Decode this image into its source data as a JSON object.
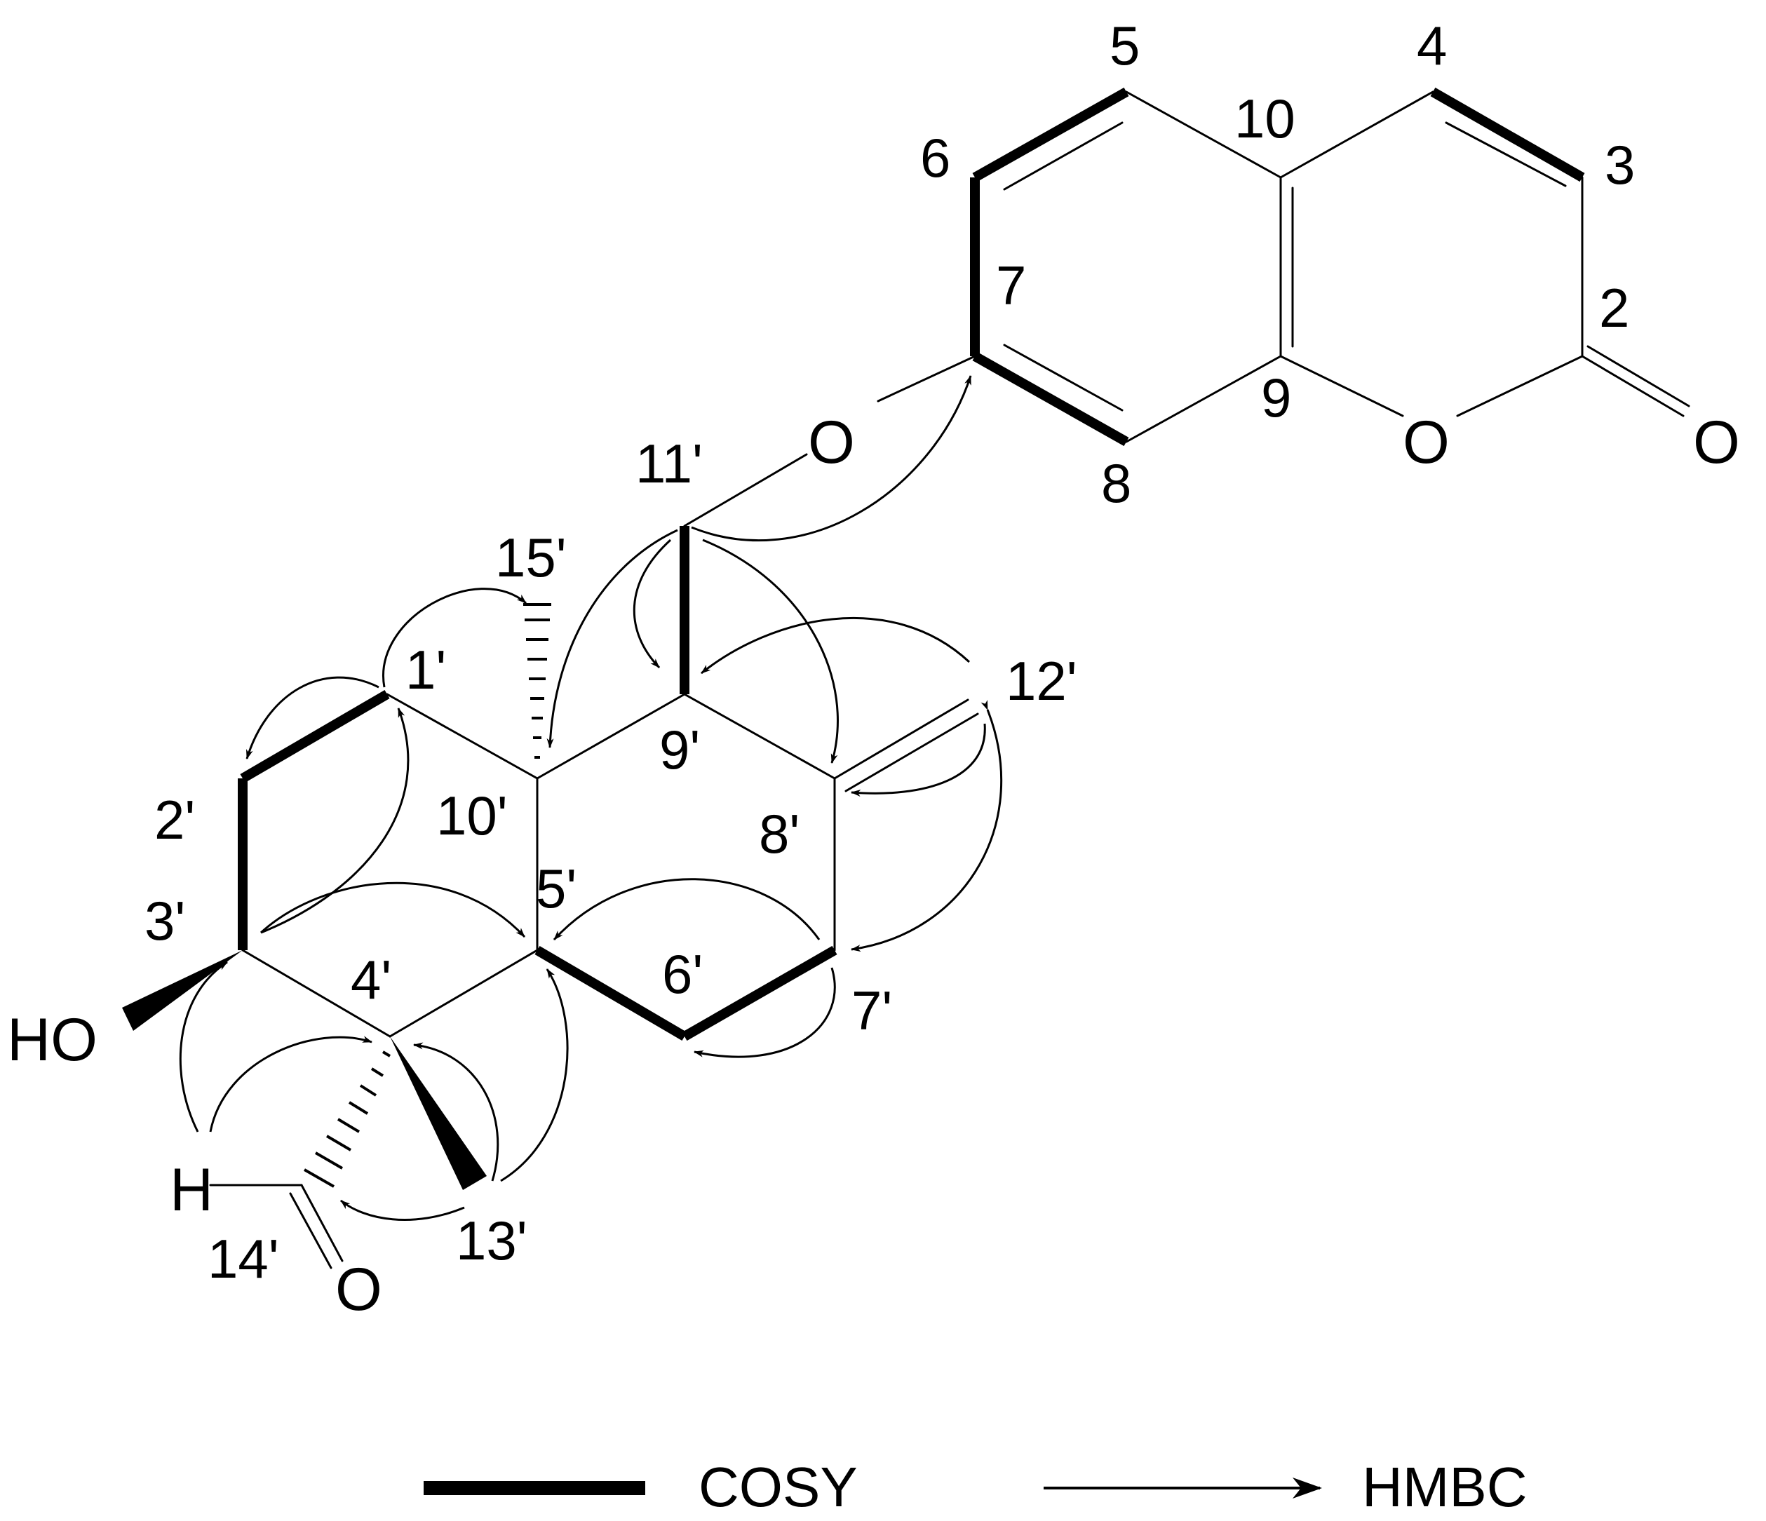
{
  "labels": {
    "c2": "2",
    "c3": "3",
    "c4": "4",
    "c5": "5",
    "c6": "6",
    "c7": "7",
    "c8": "8",
    "c9": "9",
    "c10": "10",
    "p1": "1'",
    "p2": "2'",
    "p3": "3'",
    "p4": "4'",
    "p5": "5'",
    "p6": "6'",
    "p7": "7'",
    "p8": "8'",
    "p9": "9'",
    "p10": "10'",
    "p11": "11'",
    "p12": "12'",
    "p13": "13'",
    "p14": "14'",
    "p15": "15'"
  },
  "atoms": {
    "o_ether": "O",
    "o_ring": "O",
    "o_carbonyl": "O",
    "o_aldehyde": "O",
    "ho": "HO",
    "h": "H"
  },
  "legend": {
    "cosy": "COSY",
    "hmbc": "HMBC"
  }
}
